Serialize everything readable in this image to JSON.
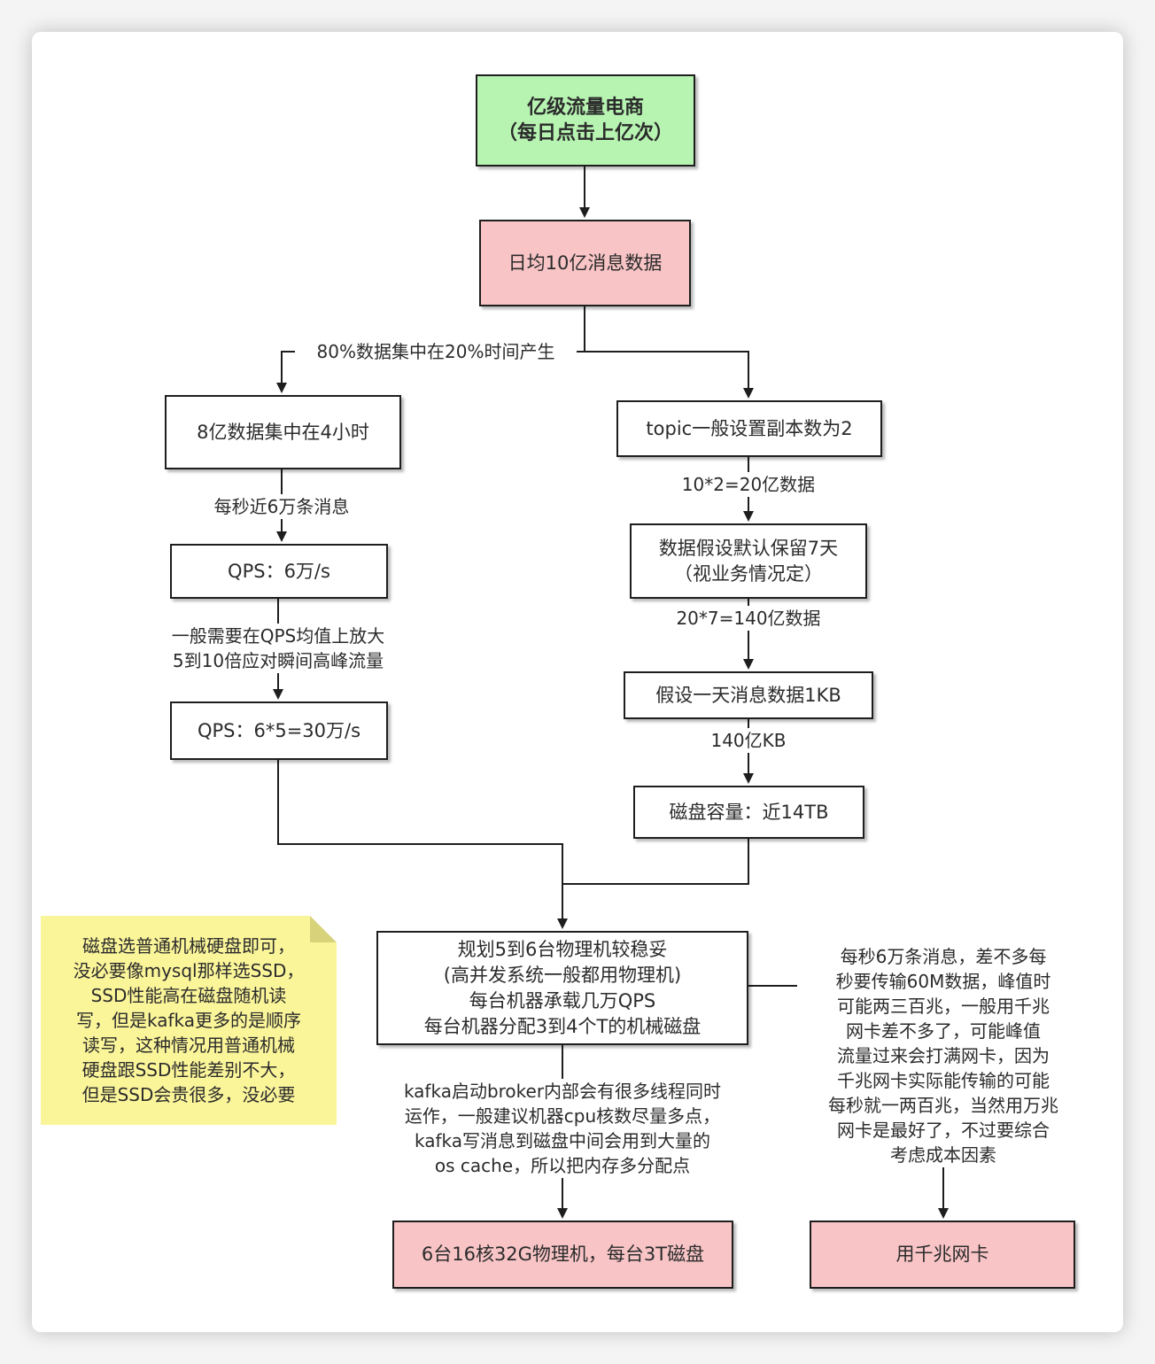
{
  "nodes": {
    "top": "亿级流量电商\n（每日点击上亿次）",
    "daily": "日均10亿消息数据",
    "concentrated": "8亿数据集中在4小时",
    "qps1": "QPS：6万/s",
    "qps2": "QPS：6*5=30万/s",
    "replica": "topic一般设置副本数为2",
    "retain": "数据假设默认保留7天\n（视业务情况定）",
    "size": "假设一天消息数据1KB",
    "disk": "磁盘容量：近14TB",
    "plan": "规划5到6台物理机较稳妥\n(高并发系统一般都用物理机)\n每台机器承载几万QPS\n每台机器分配3到4个T的机械磁盘",
    "result_machine": "6台16核32G物理机，每台3T磁盘",
    "result_nic": "用千兆网卡"
  },
  "edge_labels": {
    "split": "80%数据集中在20%时间产生",
    "per_second": "每秒近6万条消息",
    "amplify": "一般需要在QPS均值上放大\n5到10倍应对瞬间高峰流量",
    "times2": "10*2=20亿数据",
    "times7": "20*7=140亿数据",
    "kb": "140亿KB",
    "cpu": "kafka启动broker内部会有很多线程同时\n运作，一般建议机器cpu核数尽量多点，\nkafka写消息到磁盘中间会用到大量的\nos cache，所以把内存多分配点",
    "network": "每秒6万条消息，差不多每\n秒要传输60M数据，峰值时\n可能两三百兆，一般用千兆\n网卡差不多了，可能峰值\n流量过来会打满网卡，因为\n千兆网卡实际能传输的可能\n每秒就一两百兆，当然用万兆\n网卡是最好了，不过要综合\n考虑成本因素"
  },
  "note": {
    "text": "磁盘选普通机械硬盘即可，\n没必要像mysql那样选SSD，\nSSD性能高在磁盘随机读\n写，但是kafka更多的是顺序\n读写，这种情况用普通机械\n硬盘跟SSD性能差别不大，\n但是SSD会贵很多，没必要"
  },
  "colors": {
    "start": "#b7f4b2",
    "highlight": "#f8c4c6",
    "note": "#fbf59a",
    "line": "#1e1e1e"
  }
}
